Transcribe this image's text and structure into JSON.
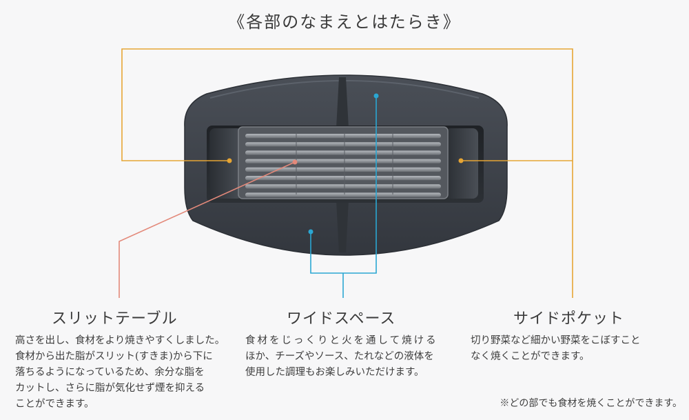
{
  "title": "《各部のなまえとはたらき》",
  "colors": {
    "background": "#f7f7f8",
    "orange": "#e6a534",
    "salmon": "#e3897a",
    "blue": "#2aa7d3",
    "tray": "#3d424a",
    "grill": "#8e9297"
  },
  "parts": [
    {
      "id": "slit-table",
      "heading": "スリットテーブル",
      "lines": [
        "高さを出し、食材をより焼きやすくしました。",
        "食材から出た脂がスリット(すきま)から下に",
        "落ちるようになっているため、余分な脂を",
        "カットし、さらに脂が気化せず煙を抑える",
        "ことができます。"
      ]
    },
    {
      "id": "wide-space",
      "heading": "ワイドスペース",
      "lines": [
        "食材をじっくりと火を通して焼ける",
        "ほか、チーズやソース、たれなどの液体を",
        "使用した調理もお楽しみいただけます。"
      ]
    },
    {
      "id": "side-pocket",
      "heading": "サイドポケット",
      "lines": [
        "切り野菜など細かい野菜をこぼすこと",
        "なく焼くことができます。"
      ]
    }
  ],
  "note": "※どの部でも食材を焼くことができます。"
}
